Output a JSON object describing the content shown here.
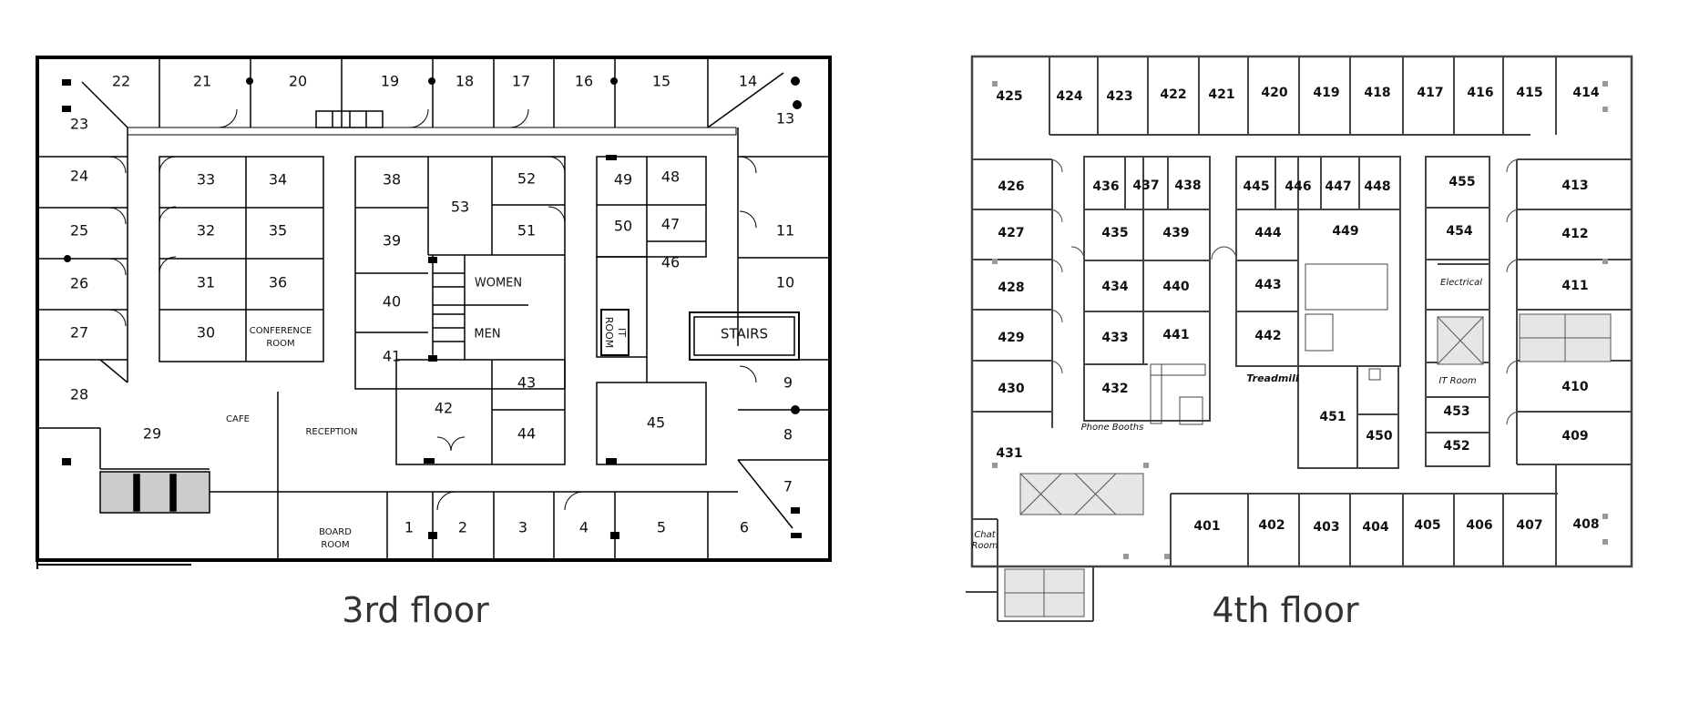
{
  "captions": {
    "floor3": "3rd floor",
    "floor4": "4th floor"
  },
  "floor3": {
    "rooms": [
      "22",
      "21",
      "20",
      "19",
      "18",
      "17",
      "16",
      "15",
      "14",
      "23",
      "13",
      "24",
      "25",
      "26",
      "27",
      "28",
      "33",
      "34",
      "32",
      "35",
      "31",
      "36",
      "30",
      "38",
      "39",
      "40",
      "41",
      "53",
      "52",
      "51",
      "49",
      "48",
      "50",
      "47",
      "46",
      "11",
      "10",
      "9",
      "8",
      "7",
      "43",
      "44",
      "42",
      "45",
      "29",
      "1",
      "2",
      "3",
      "4",
      "5",
      "6"
    ],
    "areas": {
      "conference": [
        "CONFERENCE",
        "ROOM"
      ],
      "women": "WOMEN",
      "men": "MEN",
      "it_room": [
        "IT",
        "ROOM"
      ],
      "stairs": "STAIRS",
      "cafe": "CAFE",
      "reception": "RECEPTION",
      "board": [
        "BOARD",
        "ROOM"
      ]
    }
  },
  "floor4": {
    "rooms": [
      "425",
      "424",
      "423",
      "422",
      "421",
      "420",
      "419",
      "418",
      "417",
      "416",
      "415",
      "414",
      "426",
      "436",
      "437",
      "438",
      "445",
      "446",
      "447",
      "448",
      "455",
      "413",
      "427",
      "435",
      "439",
      "444",
      "449",
      "454",
      "412",
      "428",
      "434",
      "440",
      "443",
      "411",
      "429",
      "433",
      "441",
      "442",
      "410",
      "430",
      "432",
      "451",
      "453",
      "409",
      "431",
      "450",
      "452",
      "401",
      "402",
      "403",
      "404",
      "405",
      "406",
      "407",
      "408"
    ],
    "areas": {
      "electrical": "Electrical",
      "treadmill": "Treadmill",
      "it_room": "IT Room",
      "phone_booths": "Phone Booths",
      "chat_room": [
        "Chat",
        "Room"
      ]
    }
  }
}
